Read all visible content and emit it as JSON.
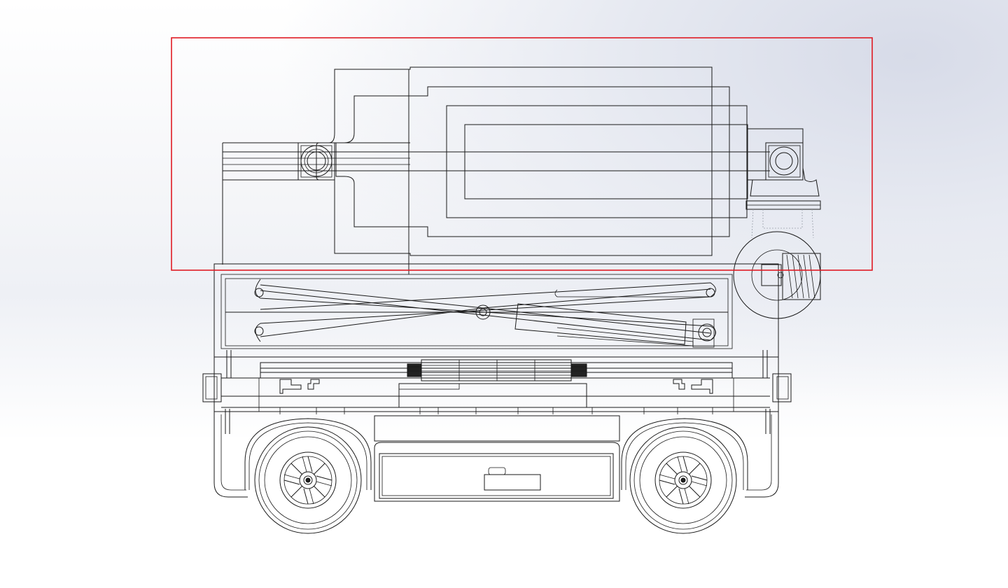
{
  "app": {
    "view": "cad-drawing-view",
    "background": "#ffffff",
    "line_color": "#1a1a1a"
  },
  "selection": {
    "color": "#e01b24",
    "state": "highlighted"
  },
  "model": {
    "name": "",
    "wheel_count": 2
  }
}
